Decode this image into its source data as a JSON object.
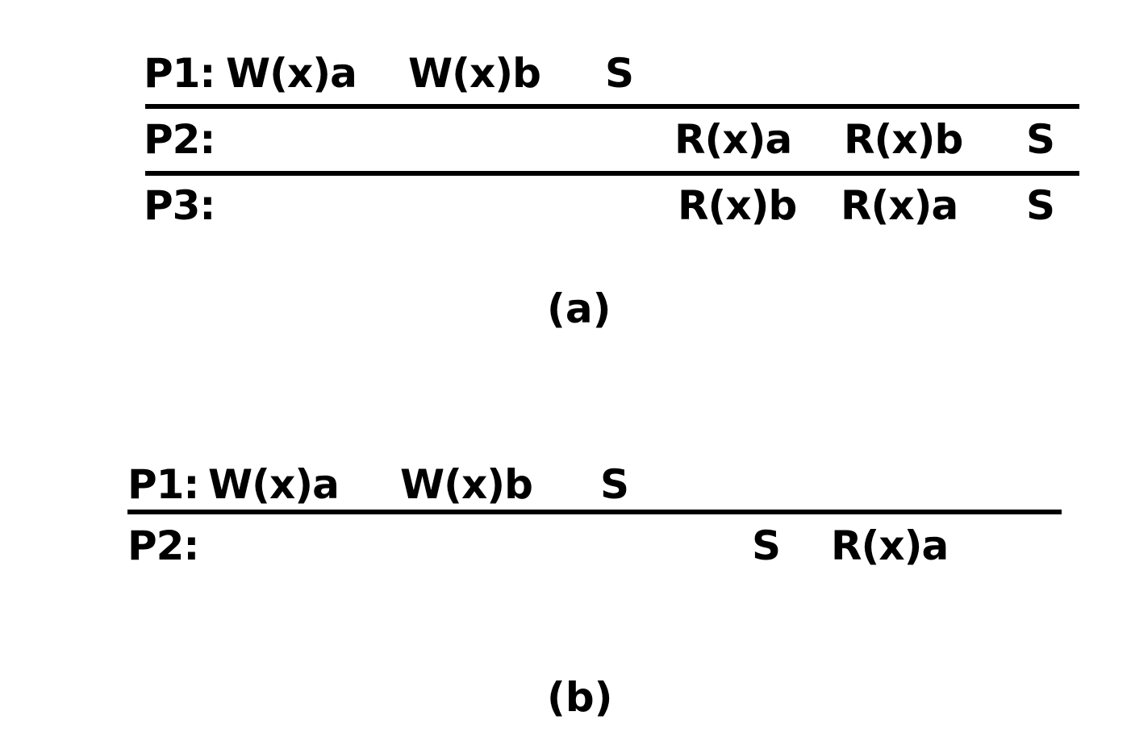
{
  "diagram_a": {
    "caption": "(a)",
    "rows": [
      {
        "process": "P1:",
        "ops": [
          "W(x)a",
          "W(x)b",
          "S"
        ]
      },
      {
        "process": "P2:",
        "ops": [
          "R(x)a",
          "R(x)b",
          "S"
        ]
      },
      {
        "process": "P3:",
        "ops": [
          "R(x)b",
          "R(x)a",
          "S"
        ]
      }
    ]
  },
  "diagram_b": {
    "caption": "(b)",
    "rows": [
      {
        "process": "P1:",
        "ops": [
          "W(x)a",
          "W(x)b",
          "S"
        ]
      },
      {
        "process": "P2:",
        "ops": [
          "S",
          "R(x)a"
        ]
      }
    ]
  }
}
